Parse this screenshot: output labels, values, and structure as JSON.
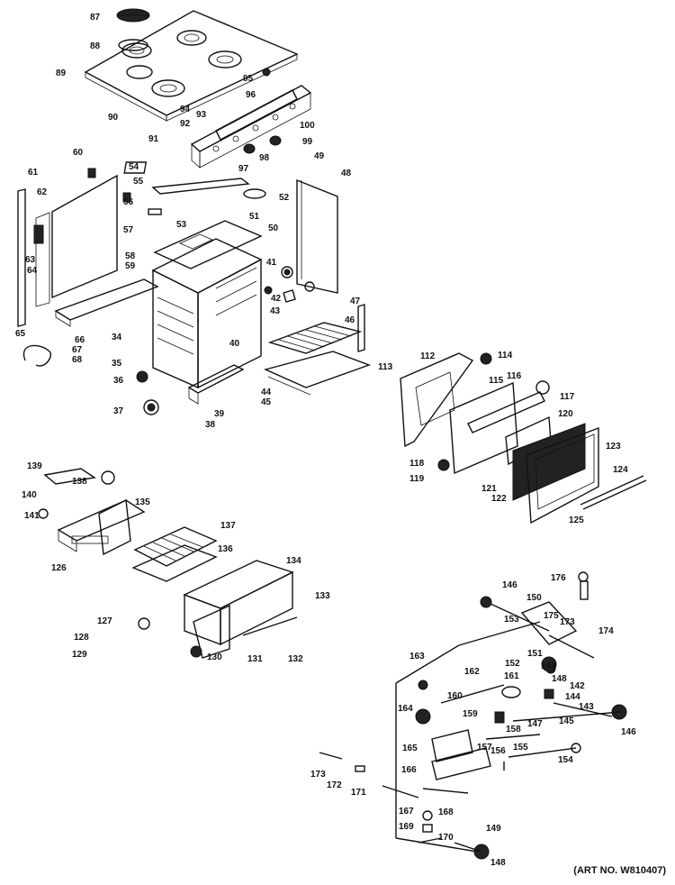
{
  "art_number": "(ART NO. W810407)",
  "callouts": [
    {
      "id": "c87",
      "text": "87"
    },
    {
      "id": "c88",
      "text": "88"
    },
    {
      "id": "c89",
      "text": "89"
    },
    {
      "id": "c90",
      "text": "90"
    },
    {
      "id": "c91",
      "text": "91"
    },
    {
      "id": "c92",
      "text": "92"
    },
    {
      "id": "c93",
      "text": "93"
    },
    {
      "id": "c94",
      "text": "94"
    },
    {
      "id": "c95",
      "text": "95"
    },
    {
      "id": "c96",
      "text": "96"
    },
    {
      "id": "c97",
      "text": "97"
    },
    {
      "id": "c98",
      "text": "98"
    },
    {
      "id": "c99",
      "text": "99"
    },
    {
      "id": "c100",
      "text": "100"
    },
    {
      "id": "c60",
      "text": "60"
    },
    {
      "id": "c61",
      "text": "61"
    },
    {
      "id": "c62",
      "text": "62"
    },
    {
      "id": "c63",
      "text": "63"
    },
    {
      "id": "c64",
      "text": "64"
    },
    {
      "id": "c65",
      "text": "65"
    },
    {
      "id": "c66",
      "text": "66"
    },
    {
      "id": "c67",
      "text": "67"
    },
    {
      "id": "c68",
      "text": "68"
    },
    {
      "id": "c54",
      "text": "54"
    },
    {
      "id": "c55",
      "text": "55"
    },
    {
      "id": "c56",
      "text": "56"
    },
    {
      "id": "c57",
      "text": "57"
    },
    {
      "id": "c53",
      "text": "53"
    },
    {
      "id": "c52",
      "text": "52"
    },
    {
      "id": "c51",
      "text": "51"
    },
    {
      "id": "c58",
      "text": "58"
    },
    {
      "id": "c59",
      "text": "59"
    },
    {
      "id": "c49",
      "text": "49"
    },
    {
      "id": "c48",
      "text": "48"
    },
    {
      "id": "c50",
      "text": "50"
    },
    {
      "id": "c41",
      "text": "41"
    },
    {
      "id": "c42",
      "text": "42"
    },
    {
      "id": "c43",
      "text": "43"
    },
    {
      "id": "c47",
      "text": "47"
    },
    {
      "id": "c46",
      "text": "46"
    },
    {
      "id": "c34",
      "text": "34"
    },
    {
      "id": "c35",
      "text": "35"
    },
    {
      "id": "c40",
      "text": "40"
    },
    {
      "id": "c36",
      "text": "36"
    },
    {
      "id": "c37",
      "text": "37"
    },
    {
      "id": "c38",
      "text": "38"
    },
    {
      "id": "c39",
      "text": "39"
    },
    {
      "id": "c44",
      "text": "44"
    },
    {
      "id": "c45",
      "text": "45"
    },
    {
      "id": "c112",
      "text": "112"
    },
    {
      "id": "c113",
      "text": "113"
    },
    {
      "id": "c114",
      "text": "114"
    },
    {
      "id": "c115",
      "text": "115"
    },
    {
      "id": "c116",
      "text": "116"
    },
    {
      "id": "c117",
      "text": "117"
    },
    {
      "id": "c120",
      "text": "120"
    },
    {
      "id": "c123",
      "text": "123"
    },
    {
      "id": "c118",
      "text": "118"
    },
    {
      "id": "c119",
      "text": "119"
    },
    {
      "id": "c121",
      "text": "121"
    },
    {
      "id": "c122",
      "text": "122"
    },
    {
      "id": "c124",
      "text": "124"
    },
    {
      "id": "c125",
      "text": "125"
    },
    {
      "id": "c139",
      "text": "139"
    },
    {
      "id": "c138",
      "text": "138"
    },
    {
      "id": "c140",
      "text": "140"
    },
    {
      "id": "c141",
      "text": "141"
    },
    {
      "id": "c135",
      "text": "135"
    },
    {
      "id": "c126",
      "text": "126"
    },
    {
      "id": "c137",
      "text": "137"
    },
    {
      "id": "c136",
      "text": "136"
    },
    {
      "id": "c134",
      "text": "134"
    },
    {
      "id": "c133",
      "text": "133"
    },
    {
      "id": "c127",
      "text": "127"
    },
    {
      "id": "c128",
      "text": "128"
    },
    {
      "id": "c129",
      "text": "129"
    },
    {
      "id": "c130",
      "text": "130"
    },
    {
      "id": "c131",
      "text": "131"
    },
    {
      "id": "c132",
      "text": "132"
    },
    {
      "id": "c146a",
      "text": "146"
    },
    {
      "id": "c150",
      "text": "150"
    },
    {
      "id": "c176",
      "text": "176"
    },
    {
      "id": "c175",
      "text": "175"
    },
    {
      "id": "c173a",
      "text": "173"
    },
    {
      "id": "c174",
      "text": "174"
    },
    {
      "id": "c153",
      "text": "153"
    },
    {
      "id": "c151",
      "text": "151"
    },
    {
      "id": "c149a",
      "text": "149"
    },
    {
      "id": "c148a",
      "text": "148"
    },
    {
      "id": "c163",
      "text": "163"
    },
    {
      "id": "c152",
      "text": "152"
    },
    {
      "id": "c162",
      "text": "162"
    },
    {
      "id": "c161",
      "text": "161"
    },
    {
      "id": "c160",
      "text": "160"
    },
    {
      "id": "c164",
      "text": "164"
    },
    {
      "id": "c142",
      "text": "142"
    },
    {
      "id": "c144",
      "text": "144"
    },
    {
      "id": "c143",
      "text": "143"
    },
    {
      "id": "c146b",
      "text": "146"
    },
    {
      "id": "c159",
      "text": "159"
    },
    {
      "id": "c158",
      "text": "158"
    },
    {
      "id": "c147",
      "text": "147"
    },
    {
      "id": "c145",
      "text": "145"
    },
    {
      "id": "c165",
      "text": "165"
    },
    {
      "id": "c157",
      "text": "157"
    },
    {
      "id": "c156",
      "text": "156"
    },
    {
      "id": "c155",
      "text": "155"
    },
    {
      "id": "c154",
      "text": "154"
    },
    {
      "id": "c166",
      "text": "166"
    },
    {
      "id": "c173b",
      "text": "173"
    },
    {
      "id": "c172",
      "text": "172"
    },
    {
      "id": "c171",
      "text": "171"
    },
    {
      "id": "c167",
      "text": "167"
    },
    {
      "id": "c168",
      "text": "168"
    },
    {
      "id": "c169",
      "text": "169"
    },
    {
      "id": "c170",
      "text": "170"
    },
    {
      "id": "c149b",
      "text": "149"
    },
    {
      "id": "c148b",
      "text": "148"
    }
  ]
}
